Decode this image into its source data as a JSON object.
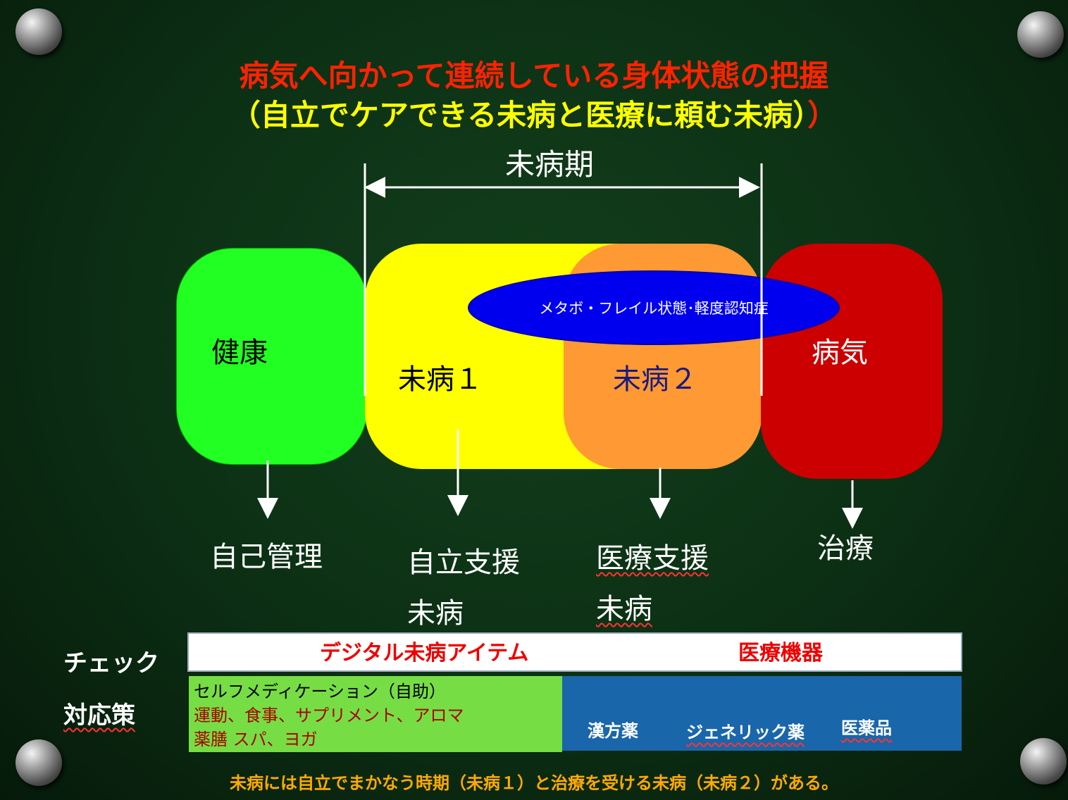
{
  "title": {
    "line1": "病気へ向かって連続している身体状態の把握",
    "line2_main": "（自立でケアできる未病と医療に頼む未病）",
    "line2_close": "）"
  },
  "period": {
    "label": "未病期"
  },
  "stages": {
    "health": "健康",
    "mibyo1": "未病１",
    "mibyo2": "未病２",
    "disease": "病気",
    "overlap_condition": "メタボ・フレイル状態･軽度認知症"
  },
  "responses": {
    "health": "自己管理",
    "mibyo1_line1": "自立支援",
    "mibyo1_line2": "未病",
    "mibyo2_line1": "医療支援",
    "mibyo2_line2": "未病",
    "disease": "治療"
  },
  "check": {
    "label": "チェック",
    "digital": "デジタル未病アイテム",
    "medical_device": "医療機器"
  },
  "measures": {
    "label": "対応策",
    "self_med_title": "セルフメディケーション（自助）",
    "self_med_line1": "運動、食事、サプリメント、アロマ",
    "self_med_line2": "薬膳 スパ、ヨガ",
    "kampo": "漢方薬",
    "generic": "ジェネリック薬",
    "pharma": "医薬品"
  },
  "footer": "未病には自立でまかなう時期（未病１）と治療を受ける未病（未病２）がある。",
  "colors": {
    "background": "#0c2f14",
    "title_red": "#ff2200",
    "title_yellow": "#ffff00",
    "health": "#22ff22",
    "mibyo1": "#ffff00",
    "mibyo2": "#ff9933",
    "disease": "#cc0000",
    "oval": "#0000ee",
    "self_med": "#77dd44",
    "medicine": "#1a66aa",
    "footer": "#ffaa00"
  }
}
